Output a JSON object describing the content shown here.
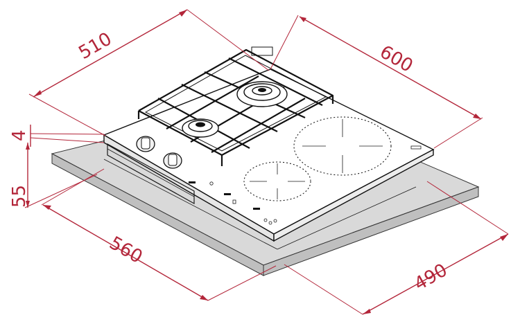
{
  "drawing": {
    "dimensions": {
      "width_top": "510",
      "depth_top": "600",
      "thickness": "4",
      "height": "55",
      "cutout_width": "560",
      "cutout_depth": "490"
    },
    "colors": {
      "dimension": "#b3263a",
      "outline": "#111111",
      "counter": "#d9d9d9"
    }
  }
}
